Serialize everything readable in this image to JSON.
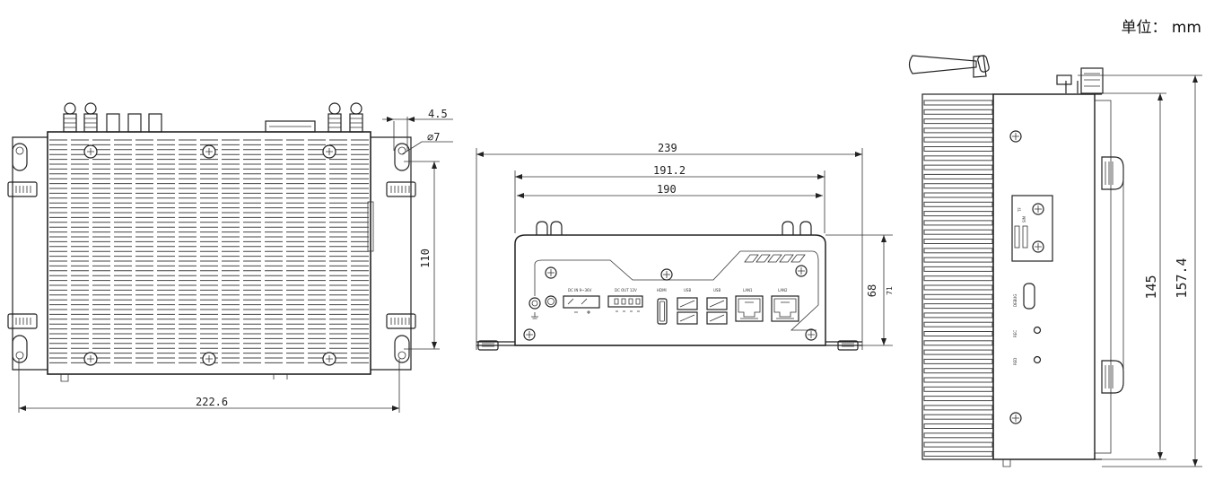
{
  "unit_label": "单位： mm",
  "views": {
    "top": {
      "dim_width": "222.6",
      "dim_height": "110",
      "dim_offset": "4.5",
      "dim_hole": "⌀7"
    },
    "front": {
      "dim_overall": "239",
      "dim_mid": "191.2",
      "dim_inner": "190",
      "dim_height": "68",
      "dim_height_alt": "71",
      "port_labels": {
        "dc_in": "DC IN 9~36V",
        "dc_out": "DC OUT 12V",
        "hdmi": "HDMI",
        "usb1": "USB",
        "usb2": "USB",
        "lan1": "LAN1",
        "lan2": "LAN2"
      }
    },
    "side": {
      "dim_inner": "145",
      "dim_outer": "157.4",
      "labels": {
        "tf": "TF",
        "sim": "SIM",
        "debug": "DEBUG",
        "rec": "REC",
        "pwr": "RED"
      }
    }
  }
}
